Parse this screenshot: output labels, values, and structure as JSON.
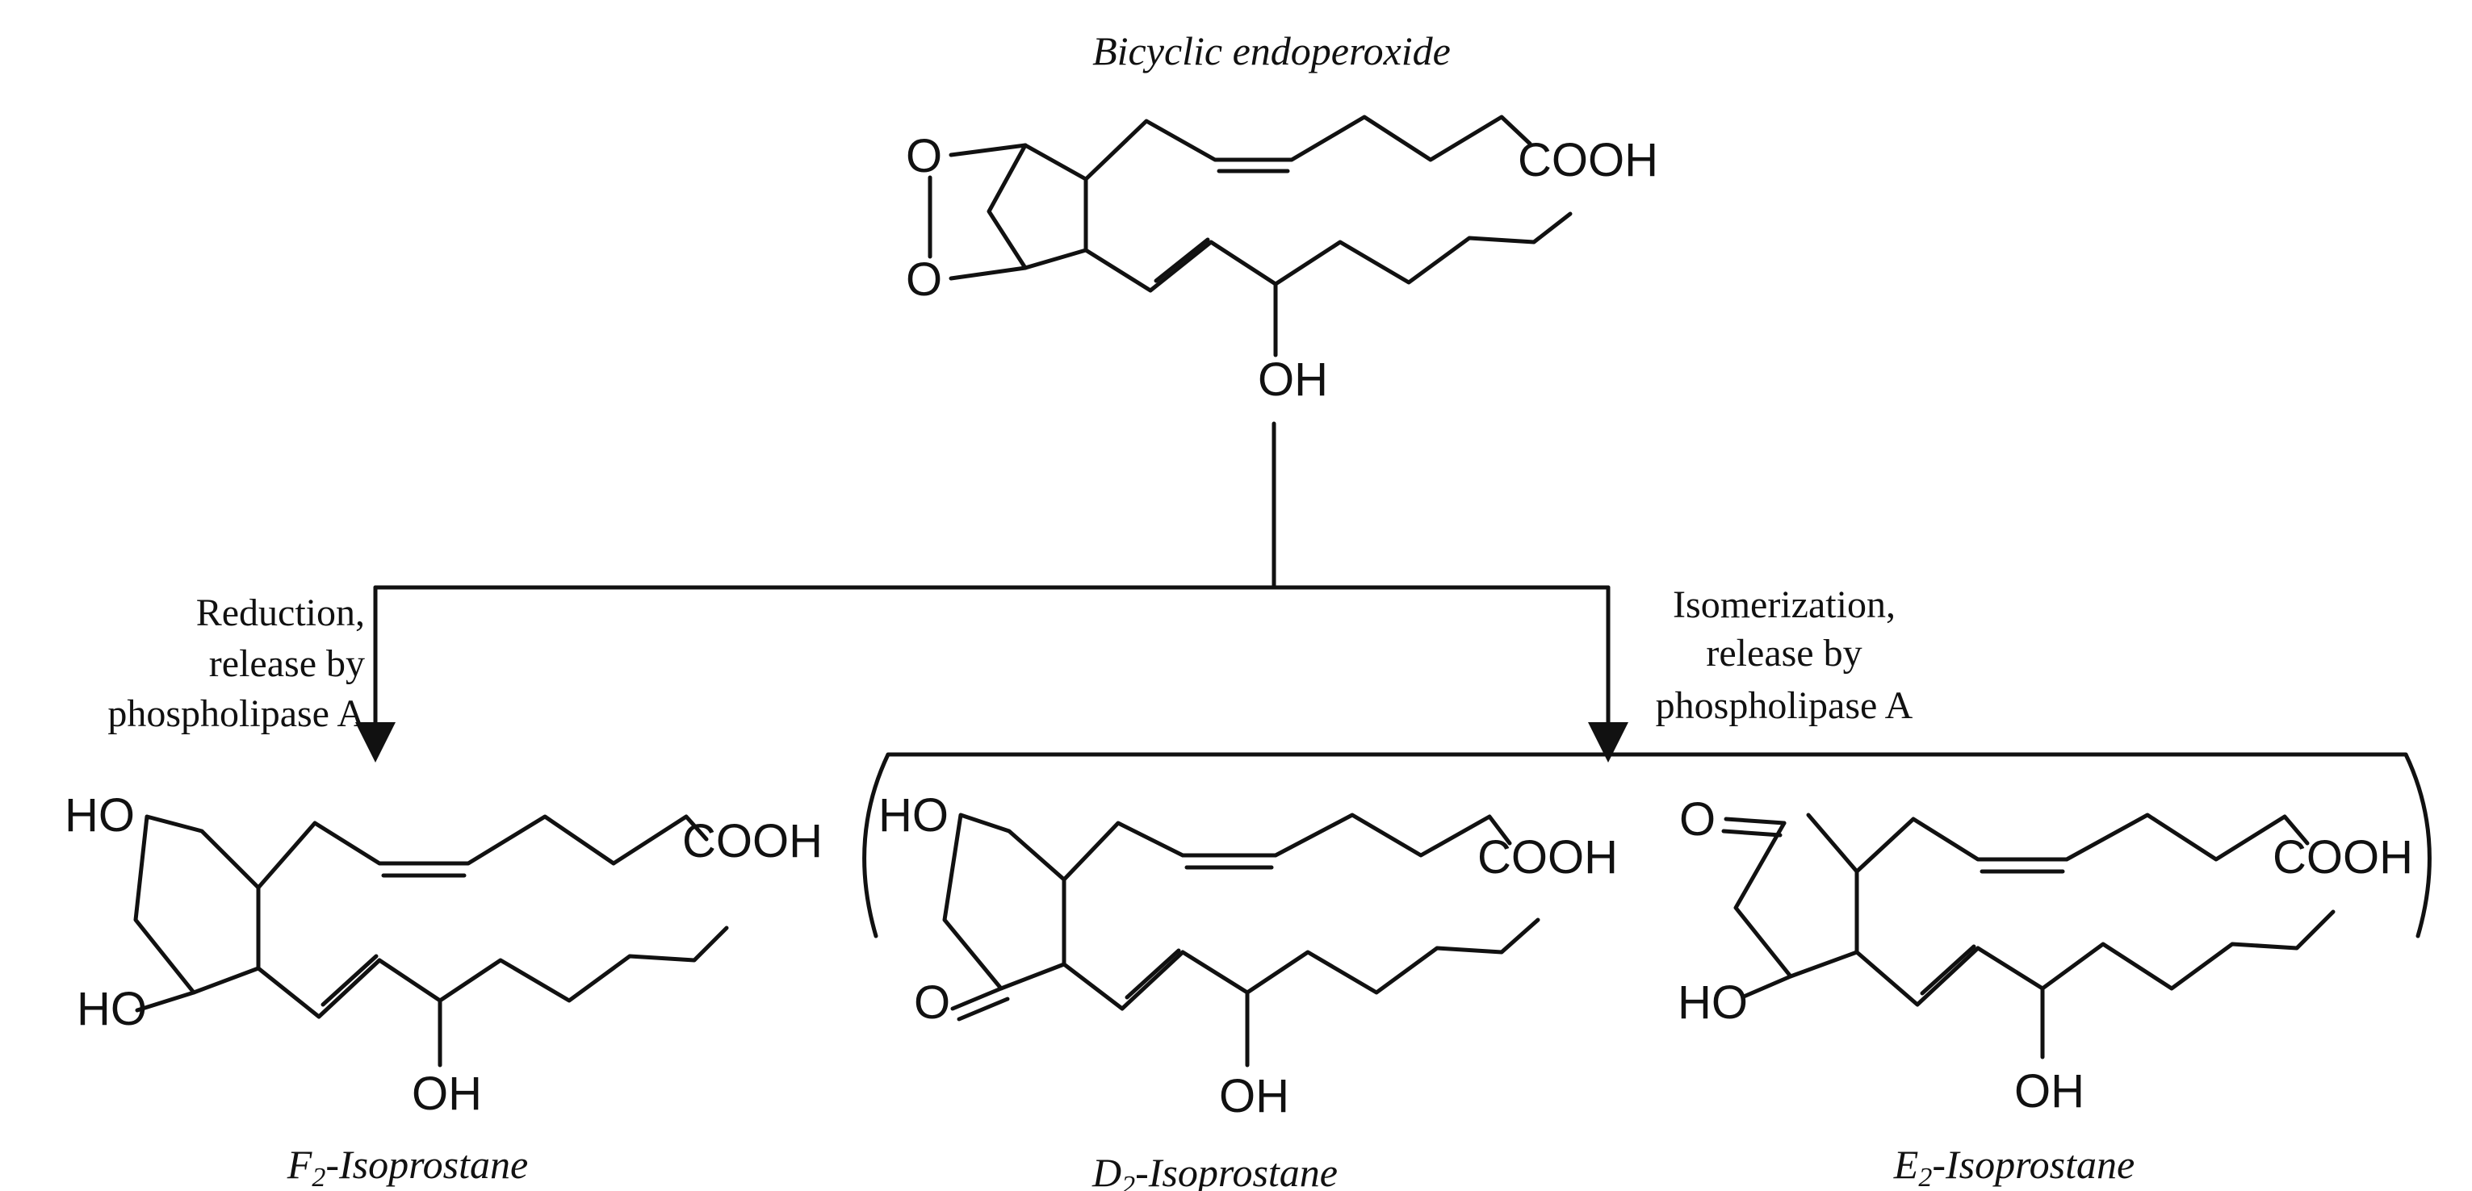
{
  "title": "Bicyclic endoperoxide",
  "atoms": {
    "oxygen": "O",
    "acid": "COOH",
    "hydroxyl": "OH",
    "hydroxyl_left": "HO"
  },
  "pathways": {
    "reduction": [
      "Reduction,",
      "release by",
      "phospholipase A"
    ],
    "isomerization": [
      "Isomerization,",
      "release by",
      "phospholipase A"
    ]
  },
  "products": {
    "f2": {
      "prefix": "F",
      "subscript": "2",
      "suffix": "-Isoprostane"
    },
    "d2": {
      "prefix": "D",
      "subscript": "2",
      "suffix": "-Isoprostane"
    },
    "e2": {
      "prefix": "E",
      "subscript": "2",
      "suffix": "-Isoprostane"
    }
  }
}
